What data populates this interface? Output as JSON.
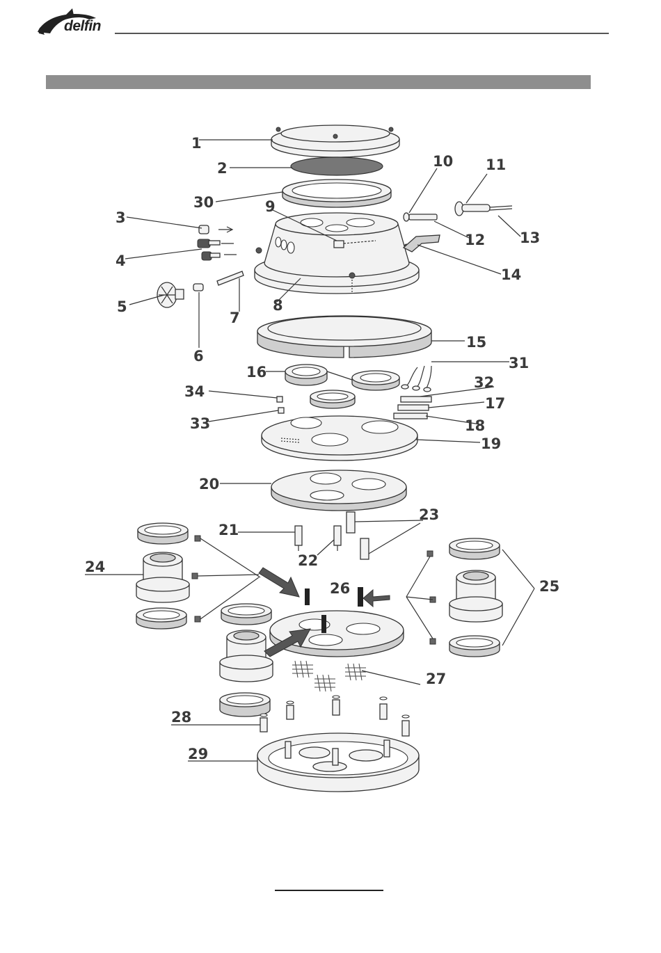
{
  "brand": {
    "name": "delfin"
  },
  "colors": {
    "title_bar": "#8e8e8e",
    "label": "#3a3a3a",
    "part_fill": "#f2f2f2",
    "part_stroke": "#333333"
  },
  "parts": {
    "p1": "1",
    "p2": "2",
    "p3": "3",
    "p4": "4",
    "p5": "5",
    "p6": "6",
    "p7": "7",
    "p8": "8",
    "p9": "9",
    "p10": "10",
    "p11": "11",
    "p12": "12",
    "p13": "13",
    "p14": "14",
    "p15": "15",
    "p16": "16",
    "p17": "17",
    "p18": "18",
    "p19": "19",
    "p20": "20",
    "p21": "21",
    "p22": "22",
    "p23": "23",
    "p24": "24",
    "p25": "25",
    "p26": "26",
    "p27": "27",
    "p28": "28",
    "p29": "29",
    "p30": "30",
    "p31": "31",
    "p32": "32",
    "p33": "33",
    "p34": "34"
  }
}
